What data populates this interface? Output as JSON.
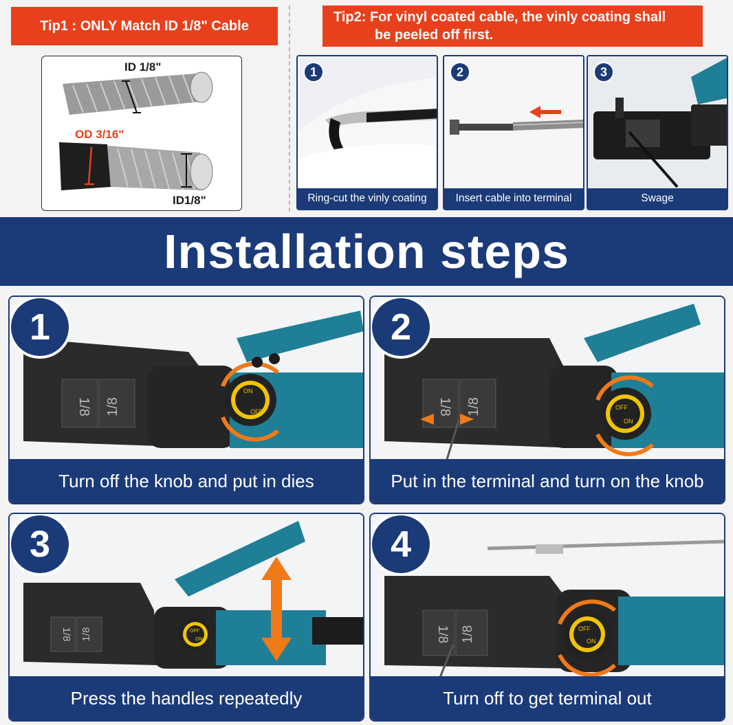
{
  "tips": {
    "tip1": "Tip1 : ONLY Match ID 1/8\" Cable",
    "tip2_line1": "Tip2: For vinyl coated cable, the vinly coating shall",
    "tip2_line2": "be peeled off first."
  },
  "cable": {
    "id_top": "ID 1/8\"",
    "od_label": "OD 3/16\"",
    "id_bottom": "ID1/8\""
  },
  "prep_steps": [
    {
      "num": "1",
      "caption": "Ring-cut the vinly coating"
    },
    {
      "num": "2",
      "caption": "Insert cable into terminal"
    },
    {
      "num": "3",
      "caption": "Swage"
    }
  ],
  "header": {
    "title": "Installation steps"
  },
  "steps": [
    {
      "num": "1",
      "caption": "Turn off the knob and put in dies",
      "die_left": "1/8",
      "die_right": "1/8",
      "knob_text_a": "ON",
      "knob_text_b": "OFF"
    },
    {
      "num": "2",
      "caption": "Put in the terminal and turn on the knob",
      "die_left": "1/8",
      "die_right": "1/8",
      "knob_text_a": "OFF",
      "knob_text_b": "ON"
    },
    {
      "num": "3",
      "caption": "Press the handles repeatedly",
      "die_left": "1/8",
      "die_right": "1/8",
      "knob_text_a": "OFF",
      "knob_text_b": "ON"
    },
    {
      "num": "4",
      "caption": "Turn off to get terminal out",
      "die_left": "1/8",
      "die_right": "1/8",
      "knob_text_a": "OFF",
      "knob_text_b": "ON"
    }
  ],
  "colors": {
    "brand_blue": "#1b3a78",
    "tip_red": "#e8401c",
    "tool_teal": "#1f7f96",
    "arrow_orange": "#f07a18"
  },
  "icons": [
    "steel-cable-icon",
    "vinyl-cable-icon",
    "red-arrow-icon",
    "rotate-arrow-icon",
    "vertical-arrow-icon",
    "crimper-tool-icon"
  ]
}
